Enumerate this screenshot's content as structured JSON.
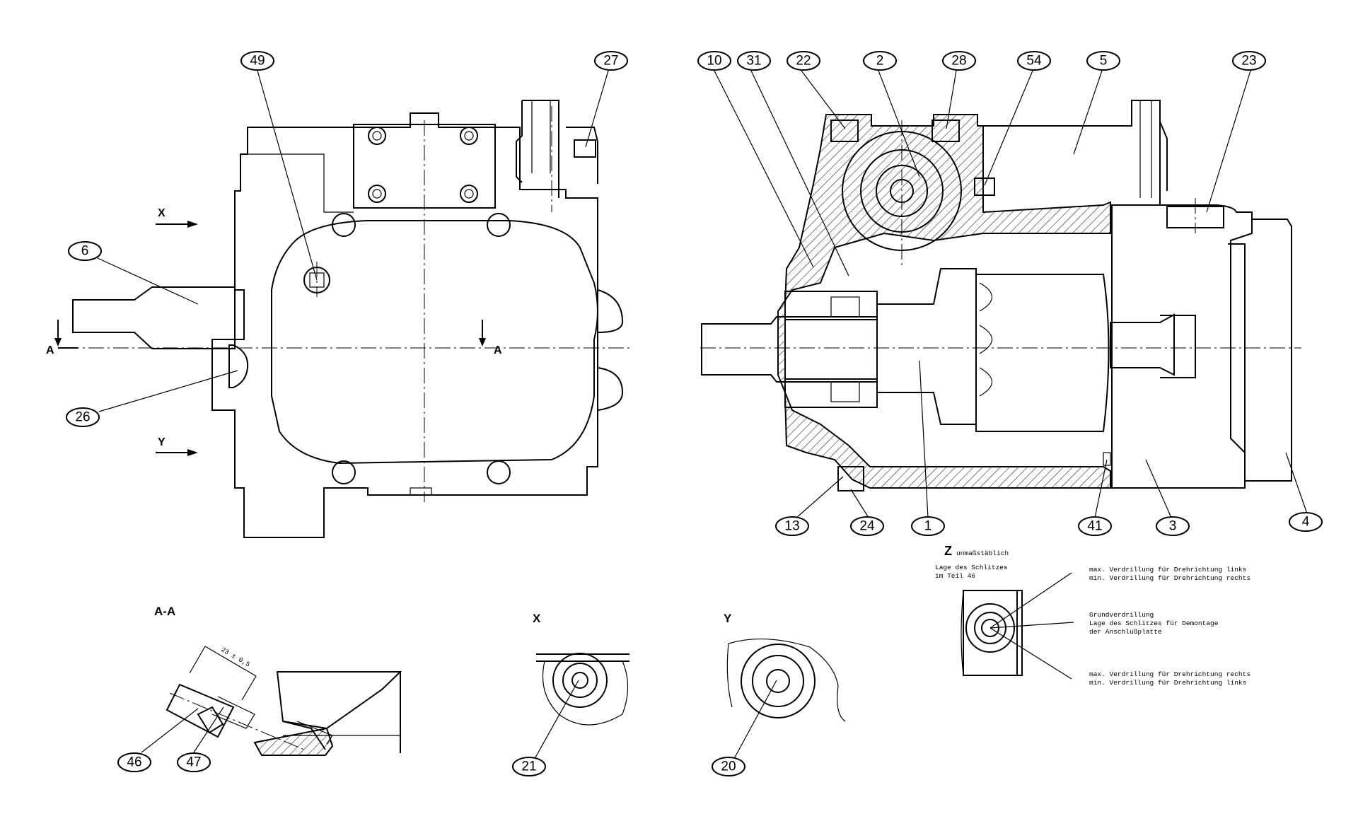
{
  "view_labels": {
    "section": "A-A",
    "view_x": "X",
    "view_y": "Y",
    "arrow_x": "X",
    "arrow_y": "Y",
    "cut_a_left": "A",
    "cut_a_right": "A",
    "view_z": "Z",
    "view_z_note": "unmaßstäblich"
  },
  "dimension": "23 ± 0,5",
  "detail_z_notes": {
    "slot_position": [
      "Lage des Schlitzes",
      "im Teil 46"
    ],
    "upper": [
      "max. Verdrillung für Drehrichtung links",
      "min. Verdrillung für Drehrichtung rechts"
    ],
    "middle": [
      "Grundverdrillung",
      "Lage des Schlitzes für Demontage",
      "der Anschlußplatte"
    ],
    "lower": [
      "max. Verdrillung für Drehrichtung rechts",
      "min. Verdrillung für Drehrichtung links"
    ]
  },
  "callouts": {
    "c49": "49",
    "c27": "27",
    "c6": "6",
    "c26": "26",
    "c10": "10",
    "c31": "31",
    "c22": "22",
    "c2": "2",
    "c28": "28",
    "c54": "54",
    "c5": "5",
    "c23": "23",
    "c13": "13",
    "c24": "24",
    "c1": "1",
    "c41": "41",
    "c3": "3",
    "c4": "4",
    "c46": "46",
    "c47": "47",
    "c21": "21",
    "c20": "20"
  }
}
